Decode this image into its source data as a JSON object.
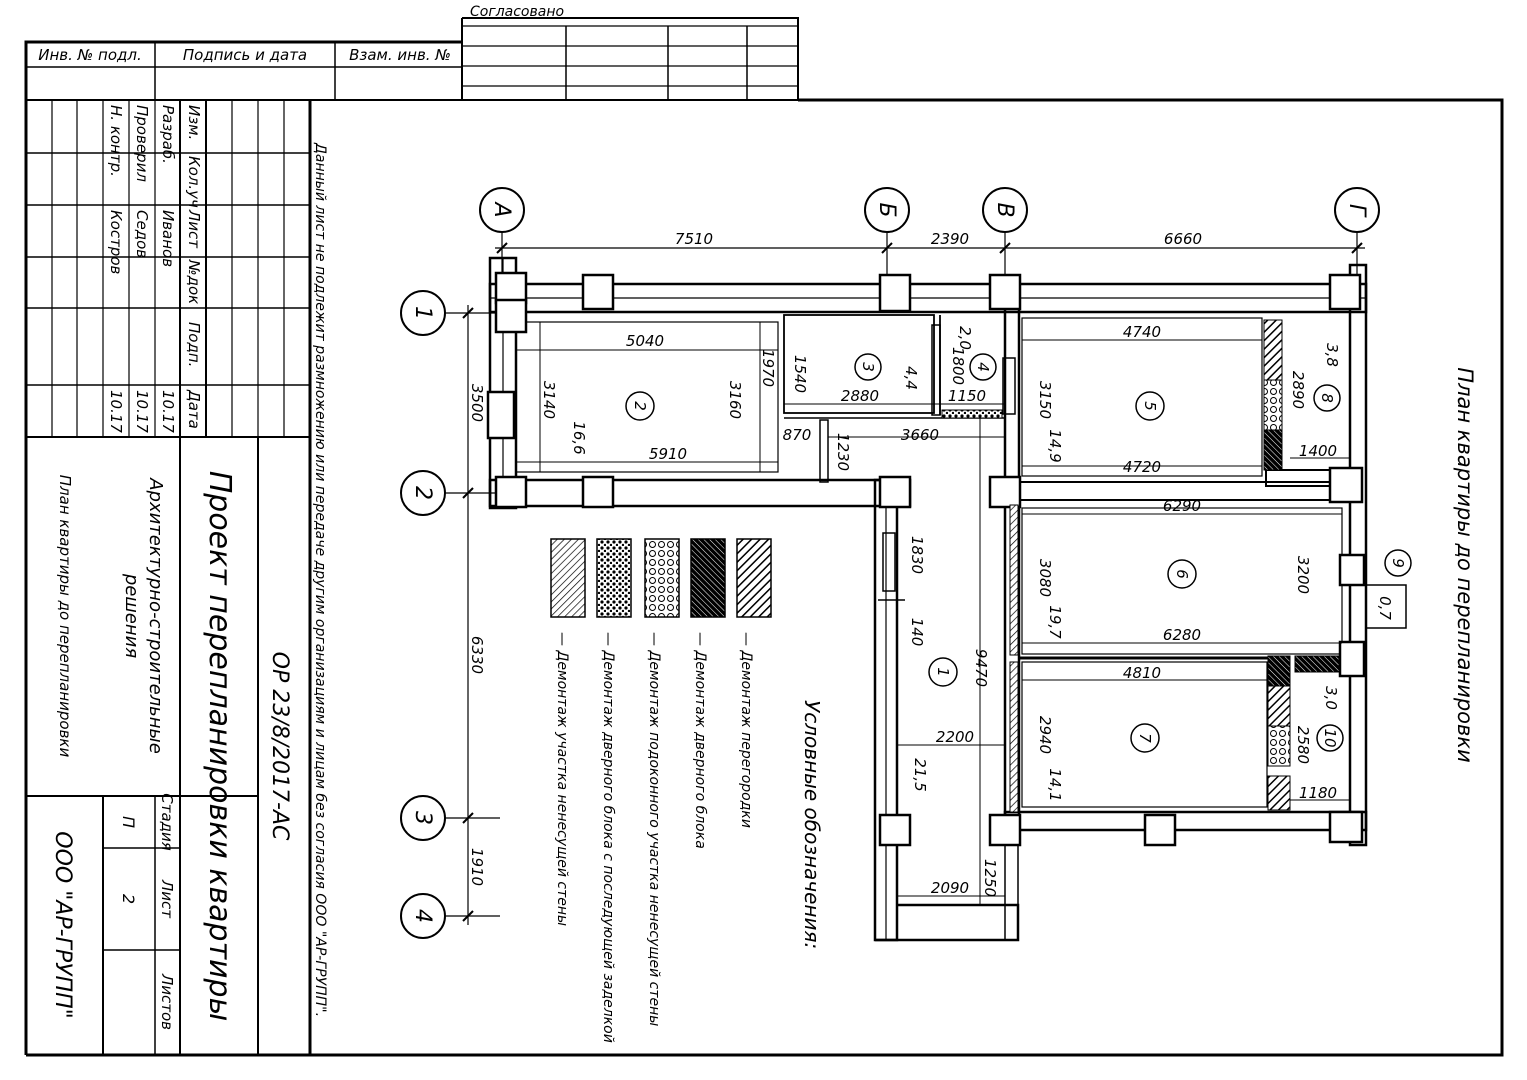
{
  "approval": {
    "approved_label": "Согласовано",
    "inv_orig": "Инв. № подл.",
    "sign_date": "Подпись и дата",
    "inv_repl": "Взам. инв. №"
  },
  "disclaimer": "Данный лист не подлежит размножению или передаче другим организациям и лицам без согласия ООО \"АР-ГРУПП\".",
  "plan_title": "План квартиры до перепланировки",
  "axes": {
    "letters": [
      "А",
      "Б",
      "В",
      "Г"
    ],
    "numbers": [
      "1",
      "2",
      "3",
      "4"
    ]
  },
  "dims": {
    "top": [
      "7510",
      "2390",
      "6660"
    ],
    "left": [
      "3500",
      "6330",
      "1910"
    ],
    "interior": [
      "5040",
      "3140",
      "3160",
      "5910",
      "1970",
      "1540",
      "2880",
      "1150",
      "870",
      "1230",
      "3660",
      "1800",
      "4740",
      "3150",
      "4720",
      "2890",
      "1400",
      "6290",
      "3080",
      "6280",
      "3200",
      "4810",
      "2940",
      "2580",
      "1180",
      "1830",
      "140",
      "9470",
      "2200",
      "1250",
      "2090"
    ]
  },
  "rooms": [
    {
      "num": "1",
      "area": "21,5"
    },
    {
      "num": "2",
      "area": "16,6"
    },
    {
      "num": "3",
      "area": "4,4"
    },
    {
      "num": "4",
      "area": "2,0"
    },
    {
      "num": "5",
      "area": "14,9"
    },
    {
      "num": "6",
      "area": "19,7"
    },
    {
      "num": "7",
      "area": "14,1"
    },
    {
      "num": "8",
      "area": "3,8"
    },
    {
      "num": "9",
      "area": "0,7"
    },
    {
      "num": "10",
      "area": "3,0"
    }
  ],
  "legend": {
    "title": "Условные обозначения:",
    "items": [
      {
        "text": "— Демонтаж перегородки",
        "pattern": "diag"
      },
      {
        "text": "— Демонтаж дверного блока",
        "pattern": "dense"
      },
      {
        "text": "— Демонтаж подоконного участка ненесущей стены",
        "pattern": "circles"
      },
      {
        "text": "— Демонтаж дверного блока с последующей заделкой",
        "pattern": "dots"
      },
      {
        "text": "— Демонтаж участка ненесущей стены",
        "pattern": "diagthin"
      }
    ]
  },
  "stamp": {
    "headers": [
      "Изм.",
      "Кол.уч",
      "Лист",
      "№док",
      "Подп.",
      "Дата"
    ],
    "rows": [
      {
        "role": "Разраб.",
        "name": "Иванов",
        "date": "10.17"
      },
      {
        "role": "Проверил",
        "name": "Седов",
        "date": "10.17"
      },
      {
        "role": "Н. контр.",
        "name": "Костров",
        "date": "10.17"
      }
    ],
    "doc_code": "ОР 23/8/2017-АС",
    "project": "Проект перепланировки квартиры",
    "section_line1": "Архитектурно-строительные",
    "section_line2": "решения",
    "sheet_name": "План квартиры до перепланировки",
    "col_stage": "Стадия",
    "col_sheet": "Лист",
    "col_sheets": "Листов",
    "stage": "П",
    "sheet": "2",
    "sheets": "",
    "company": "ООО \"АР-ГРУПП\""
  }
}
